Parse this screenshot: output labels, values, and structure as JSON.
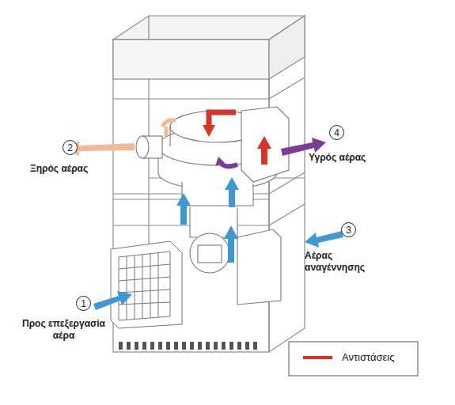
{
  "diagram": {
    "nodes": [
      {
        "text": [
          "2"
        ]
      },
      {
        "text": [
          "4"
        ]
      },
      {
        "text": [
          "3"
        ]
      },
      {
        "text": [
          "1"
        ]
      }
    ],
    "labels": [
      "Ξηρός αέρας",
      "Υγρός αέρας",
      "Αέρας αναγέννησης",
      "Προς επεξεργασία αέρα"
    ],
    "legend": [
      {
        "text": "Αντιστάσεις"
      }
    ]
  }
}
